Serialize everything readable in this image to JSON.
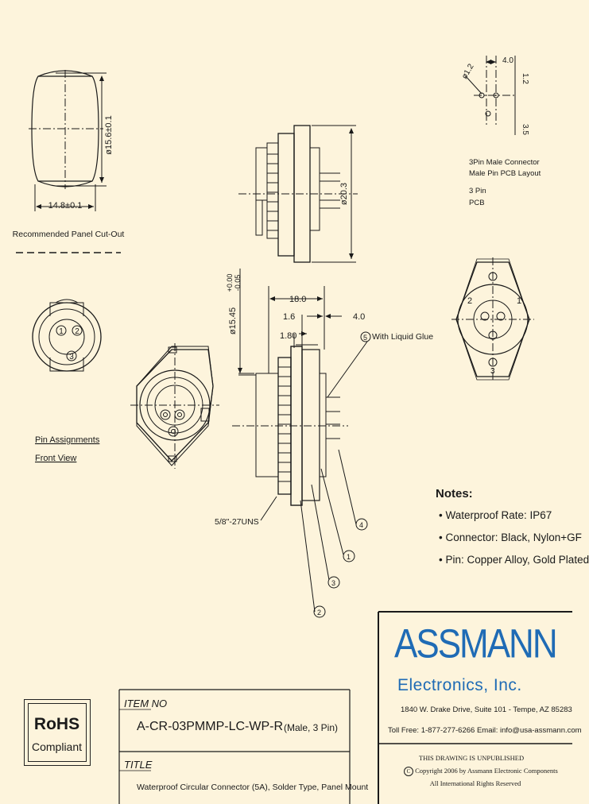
{
  "colors": {
    "paper": "#fdf4dc",
    "ink": "#1a1a1a",
    "brand": "#1f6bb5"
  },
  "drawing": {
    "cutout": {
      "dia_label": "ø15.6±0.1",
      "width_label": "14.8±0.1",
      "caption": "Recommended Panel Cut-Out"
    },
    "pins_front": {
      "pin1": "1",
      "pin2": "2",
      "pin3": "3",
      "caption_line1": "Pin Assignments",
      "caption_line2": "Front View"
    },
    "side_view": {
      "dia_label": "ø20.3"
    },
    "pcb_layout": {
      "dia_label": "ø1.2",
      "dim_top": "4.0",
      "dim_right": "1.2",
      "dim_right2": "3.5",
      "caption_line1": "3Pin Male Connector",
      "caption_line2": "Male Pin PCB Layout",
      "caption_line3": "3  Pin",
      "caption_line4": "PCB"
    },
    "rear_view": {
      "pin1": "1",
      "pin2": "2",
      "pin3": "3"
    },
    "main_section": {
      "dia_label": "ø15.45",
      "tol_upper": "+0.00",
      "tol_lower": "-0.05",
      "dim_18": "18.0",
      "dim_4": "4.0",
      "dim_1_6": "1.6",
      "dim_1_80": "1.80",
      "glue_num": "5",
      "glue_label": "With Liquid Glue",
      "thread_label": "5/8\"-27UNS",
      "callouts": [
        "4",
        "1",
        "3",
        "2"
      ]
    }
  },
  "notes": {
    "title": "Notes:",
    "items": [
      "Waterproof Rate: IP67",
      "Connector: Black, Nylon+GF",
      "Pin: Copper Alloy, Gold Plated"
    ]
  },
  "rohs": {
    "line1": "RoHS",
    "line2": "Compliant"
  },
  "title_block": {
    "item_no_label": "ITEM NO",
    "item_no": "A-CR-03PMMP-LC-WP-R",
    "item_variant": "(Male, 3 Pin)",
    "title_label": "TITLE",
    "title": "Waterproof Circular Connector (5A), Solder Type, Panel Mount"
  },
  "company": {
    "name": "ASSMANN",
    "sub": "Electronics, Inc.",
    "address": "1840 W. Drake Drive, Suite 101 - Tempe, AZ 85283",
    "phone": "Toll Free: 1-877-277-6266   Email: info@usa-assmann.com",
    "unpublished": "THIS DRAWING IS UNPUBLISHED",
    "copyright": "Copyright 2006 by Assmann Electronic Components",
    "rights": "All International Rights Reserved",
    "copyright_symbol": "C"
  }
}
